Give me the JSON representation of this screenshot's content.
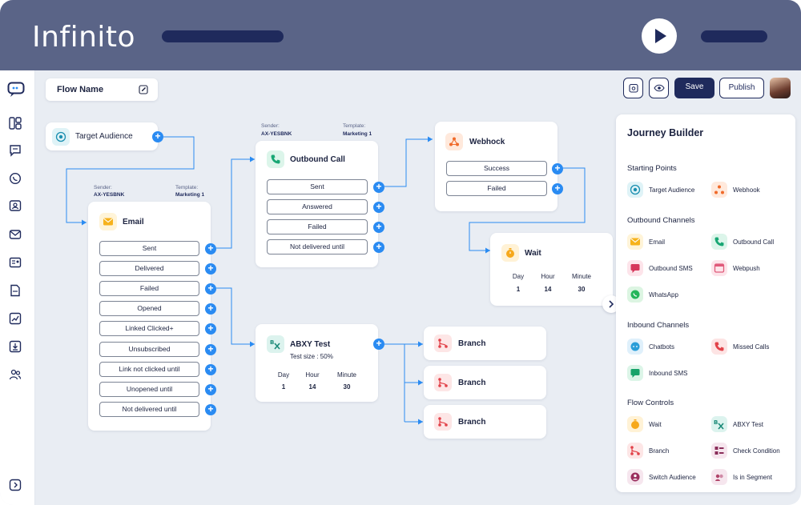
{
  "app": {
    "brand": "Infinito"
  },
  "toolbar": {
    "flow_name_label": "Flow Name",
    "save_label": "Save",
    "publish_label": "Publish"
  },
  "colors": {
    "header": "#5a6487",
    "navy": "#1f2a5c",
    "accent": "#2a8bf2",
    "canvas": "#e9edf3"
  },
  "sidebar": {
    "icons": [
      "chat-logo-icon",
      "layout-icon",
      "message-icon",
      "whatsapp-icon",
      "contact-icon",
      "mail-icon",
      "id-card-icon",
      "file-icon",
      "analytics-icon",
      "download-icon",
      "users-icon",
      "expand-icon"
    ]
  },
  "nodes": {
    "target": {
      "label": "Target Audience"
    },
    "email": {
      "sender_label": "Sender:",
      "sender_value": "AX-YESBNK",
      "template_label": "Template:",
      "template_value": "Marketing 1",
      "title": "Email",
      "options": [
        "Sent",
        "Delivered",
        "Failed",
        "Opened",
        "Linked Clicked+",
        "Unsubscribed",
        "Link not clicked until",
        "Unopened until",
        "Not delivered until"
      ]
    },
    "call": {
      "sender_label": "Sender:",
      "sender_value": "AX-YESBNK",
      "template_label": "Template:",
      "template_value": "Marketing 1",
      "title": "Outbound Call",
      "options": [
        "Sent",
        "Answered",
        "Failed",
        "Not delivered until"
      ]
    },
    "webhook": {
      "title": "Webhock",
      "options": [
        "Success",
        "Failed"
      ]
    },
    "wait": {
      "title": "Wait",
      "headers": [
        "Day",
        "Hour",
        "Minute"
      ],
      "values": [
        "1",
        "14",
        "30"
      ]
    },
    "abxy": {
      "title": "ABXY Test",
      "subtitle": "Test size : 50%",
      "headers": [
        "Day",
        "Hour",
        "Minute"
      ],
      "values": [
        "1",
        "14",
        "30"
      ]
    },
    "branches": [
      "Branch",
      "Branch",
      "Branch"
    ]
  },
  "panel": {
    "title": "Journey Builder",
    "sections": [
      {
        "title": "Starting Points",
        "items": [
          {
            "label": "Target Audience",
            "icon": "target-icon"
          },
          {
            "label": "Webhook",
            "icon": "webhook-icon"
          }
        ]
      },
      {
        "title": "Outbound Channels",
        "items": [
          {
            "label": "Email",
            "icon": "email-icon"
          },
          {
            "label": "Outbound Call",
            "icon": "phone-icon"
          },
          {
            "label": "Outbound SMS",
            "icon": "sms-icon"
          },
          {
            "label": "Webpush",
            "icon": "webpush-icon"
          },
          {
            "label": "WhatsApp",
            "icon": "whatsapp-icon"
          }
        ]
      },
      {
        "title": "Inbound Channels",
        "items": [
          {
            "label": "Chatbots",
            "icon": "chatbot-icon"
          },
          {
            "label": "Missed Calls",
            "icon": "missed-call-icon"
          },
          {
            "label": "Inbound SMS",
            "icon": "inbound-sms-icon"
          }
        ]
      },
      {
        "title": "Flow Controls",
        "items": [
          {
            "label": "Wait",
            "icon": "timer-icon"
          },
          {
            "label": "ABXY Test",
            "icon": "ab-test-icon"
          },
          {
            "label": "Branch",
            "icon": "branch-icon"
          },
          {
            "label": "Check Condition",
            "icon": "condition-icon"
          },
          {
            "label": "Switch Audience",
            "icon": "switch-audience-icon"
          },
          {
            "label": "Is in Segment",
            "icon": "segment-icon"
          }
        ]
      }
    ]
  }
}
